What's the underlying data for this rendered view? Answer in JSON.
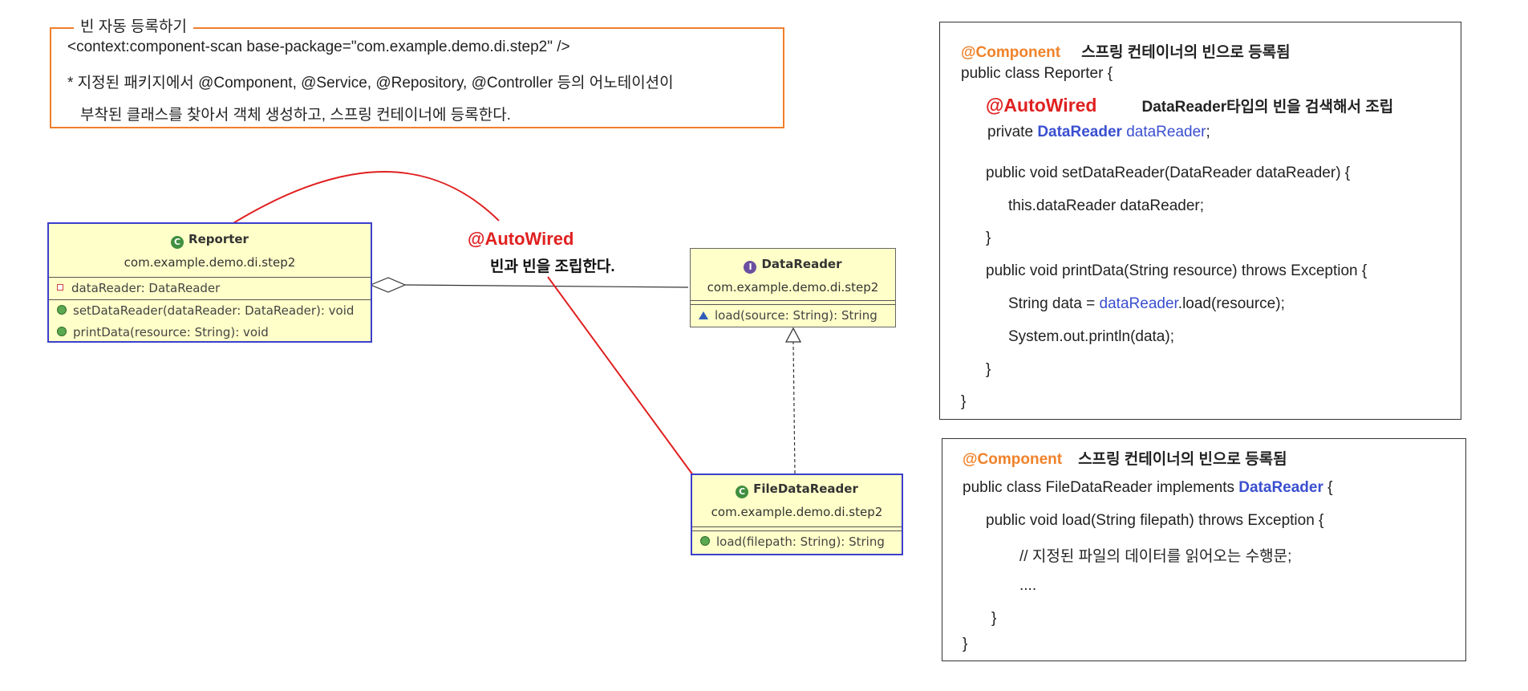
{
  "fieldset": {
    "legend": "빈 자동 등록하기",
    "line1": "<context:component-scan base-package=\"com.example.demo.di.step2\" />",
    "line2": "* 지정된 패키지에서 @Component, @Service, @Repository, @Controller 등의 어노테이션이",
    "line3": "부착된 클래스를 찾아서 객체 생성하고, 스프링 컨테이너에 등록한다."
  },
  "reporter_class": {
    "icon": "C",
    "name": "Reporter",
    "package": "com.example.demo.di.step2",
    "field": "dataReader: DataReader",
    "methods": [
      "setDataReader(dataReader: DataReader): void",
      "printData(resource: String): void"
    ]
  },
  "datareader_interface": {
    "icon": "I",
    "name": "DataReader",
    "package": "com.example.demo.di.step2",
    "methods": [
      "load(source: String): String"
    ]
  },
  "filedatareader_class": {
    "icon": "C",
    "name": "FileDataReader",
    "package": "com.example.demo.di.step2",
    "methods": [
      "load(filepath: String): String"
    ]
  },
  "annotation": {
    "autowired": "@AutoWired",
    "caption": "빈과 빈을 조립한다."
  },
  "panel1": {
    "component": "@Component",
    "component_note": "스프링 컨테이너의 빈으로 등록됨",
    "class_decl": "public class Reporter {",
    "autowired": "@AutoWired",
    "autowired_note_type": "DataReader",
    "autowired_note_rest": "타입의 빈을  검색해서 조립",
    "field_private": "private ",
    "field_type": "DataReader",
    "field_name": " dataReader",
    "field_end": ";",
    "setter_sig": "public void setDataReader(DataReader dataReader) {",
    "setter_body": "this.dataReader dataReader;",
    "close1": "}",
    "print_sig": "public void printData(String resource) throws Exception {",
    "body1_a": "String data = ",
    "body1_b": "dataReader",
    "body1_c": ".load(resource);",
    "body2": "System.out.println(data);",
    "close2": "}",
    "close3": "}"
  },
  "panel2": {
    "component": "@Component",
    "component_note": "스프링 컨테이너의 빈으로 등록됨",
    "class_decl_a": "public class FileDataReader implements ",
    "class_decl_b": "DataReader",
    "class_decl_c": " {",
    "load_sig": "public void load(String filepath) throws Exception {",
    "comment": "// 지정된  파일의 데이터를 읽어오는 수행문;",
    "dots": "....",
    "close1": "}",
    "close2": "}"
  },
  "colors": {
    "orange_border": "#f07f2a",
    "uml_fill": "#ffffc9",
    "uml_border": "#3b3fcc",
    "annotation_red": "#e02020",
    "keyword_blue": "#3a4fd0",
    "component_orange": "#f0822a"
  }
}
